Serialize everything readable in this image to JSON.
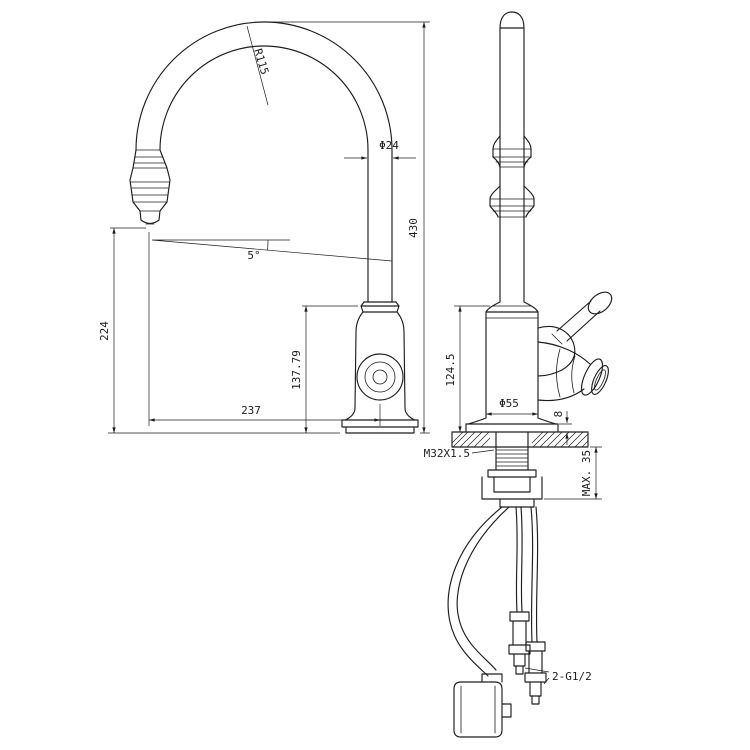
{
  "colors": {
    "line": "#1d1d1d",
    "background": "#ffffff"
  },
  "front_view": {
    "labels": {
      "radius": "R115",
      "tube_diameter": "Φ24",
      "overall_height": "430",
      "spray_angle": "5°",
      "spray_height": "224",
      "spout_height": "137.79",
      "spout_reach": "237"
    }
  },
  "side_view": {
    "labels": {
      "body_height": "124.5",
      "base_diameter": "Φ55",
      "flange_thickness": "8",
      "shank_thread": "M32X1.5",
      "max_deck_thickness": "MAX. 35",
      "supply_connection": "2-G1/2"
    }
  }
}
